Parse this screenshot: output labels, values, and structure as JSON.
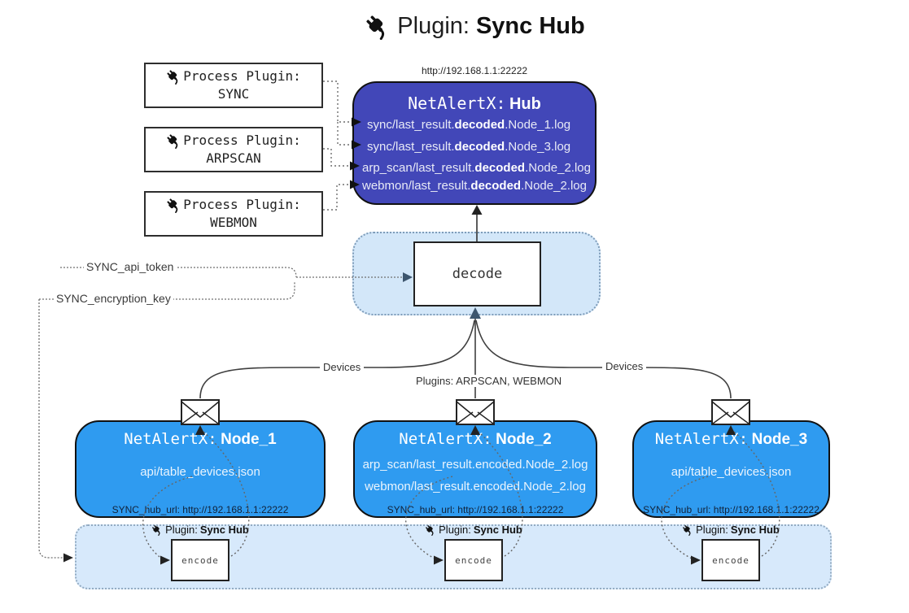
{
  "title": {
    "prefix": "Plugin:",
    "name": "Sync Hub"
  },
  "process_plugins": [
    {
      "label": "Process Plugin:",
      "name": "SYNC"
    },
    {
      "label": "Process Plugin:",
      "name": "ARPSCAN"
    },
    {
      "label": "Process Plugin:",
      "name": "WEBMON"
    }
  ],
  "hub": {
    "url": "http://192.168.1.1:22222",
    "title_prefix": "NetAlertX:",
    "title_name": "Hub",
    "items": [
      {
        "pre": "sync/last_result.",
        "bold": "decoded",
        "post": ".Node_1.log"
      },
      {
        "pre": "sync/last_result.",
        "bold": "decoded",
        "post": ".Node_3.log"
      },
      {
        "pre": "arp_scan/last_result.",
        "bold": "decoded",
        "post": ".Node_2.log"
      },
      {
        "pre": "webmon/last_result.",
        "bold": "decoded",
        "post": ".Node_2.log"
      }
    ]
  },
  "decode": {
    "label": "decode"
  },
  "secrets": {
    "api_token": "SYNC_api_token",
    "encryption_key": "SYNC_encryption_key"
  },
  "connections": {
    "left_label": "Devices",
    "middle_label": "Plugins: ARPSCAN, WEBMON",
    "right_label": "Devices"
  },
  "nodes": [
    {
      "title_prefix": "NetAlertX:",
      "title_name": "Node_1",
      "items": [
        "api/table_devices.json"
      ],
      "hub_url": "SYNC_hub_url: http://192.168.1.1:22222"
    },
    {
      "title_prefix": "NetAlertX:",
      "title_name": "Node_2",
      "items": [
        "arp_scan/last_result.encoded.Node_2.log",
        "webmon/last_result.encoded.Node_2.log"
      ],
      "hub_url": "SYNC_hub_url: http://192.168.1.1:22222"
    },
    {
      "title_prefix": "NetAlertX:",
      "title_name": "Node_3",
      "items": [
        "api/table_devices.json"
      ],
      "hub_url": "SYNC_hub_url: http://192.168.1.1:22222"
    }
  ],
  "encode_band": {
    "plugin_label_prefix": "Plugin:",
    "plugin_label_name": "Sync Hub",
    "encode_label": "encode"
  },
  "colors": {
    "hub_fill": "#4247b8",
    "node_fill": "#2f9bf0",
    "band_fill": "#d7e9fb",
    "decode_container_fill": "#d3e7f9",
    "arrow_accent": "#3d566e"
  }
}
